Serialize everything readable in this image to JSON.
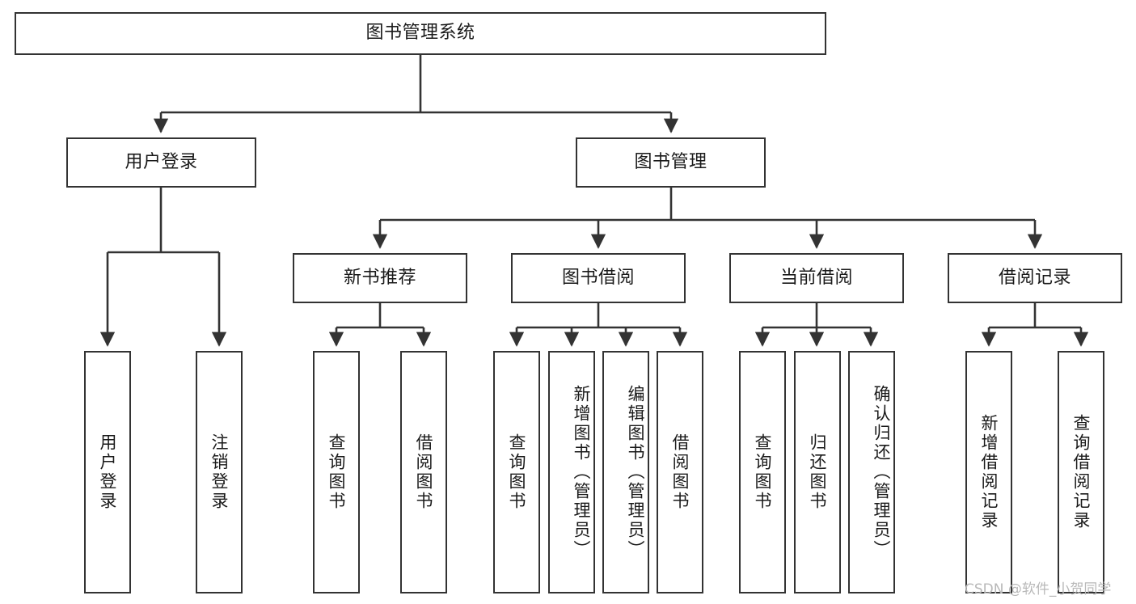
{
  "diagram": {
    "type": "tree-hierarchy-diagram",
    "title": "图书管理系统",
    "watermark": "CSDN @软件_小贺同学",
    "colors": {
      "box_border": "#333333",
      "box_fill": "#ffffff",
      "connector": "#333333",
      "text": "#1a1a1a",
      "watermark": "#b8b8b8",
      "background": "#ffffff"
    },
    "levels": {
      "root": "图书管理系统",
      "level2": [
        "用户登录",
        "图书管理"
      ],
      "level3": [
        "新书推荐",
        "图书借阅",
        "当前借阅",
        "借阅记录"
      ],
      "level4": [
        "用户登录",
        "注销登录",
        "查询图书",
        "借阅图书",
        "查询图书",
        "新增图书（管理员）",
        "编辑图书（管理员）",
        "借阅图书",
        "查询图书",
        "归还图书",
        "确认归还（管理员）",
        "新增借阅记录",
        "查询借阅记录"
      ]
    },
    "nodes": {
      "root": {
        "label": "图书管理系统"
      },
      "user_login": {
        "label": "用户登录"
      },
      "book_mgmt": {
        "label": "图书管理"
      },
      "new_book_rec": {
        "label": "新书推荐"
      },
      "book_borrow": {
        "label": "图书借阅"
      },
      "current_borrow": {
        "label": "当前借阅"
      },
      "borrow_record": {
        "label": "借阅记录"
      },
      "leaf_user_login": {
        "label": "用户登录"
      },
      "leaf_logout": {
        "label": "注销登录"
      },
      "leaf_query_book_1": {
        "label": "查询图书"
      },
      "leaf_borrow_book_1": {
        "label": "借阅图书"
      },
      "leaf_query_book_2": {
        "label": "查询图书"
      },
      "leaf_add_book": {
        "label": "新增图书（管理员）"
      },
      "leaf_edit_book": {
        "label": "编辑图书（管理员）"
      },
      "leaf_borrow_book_2": {
        "label": "借阅图书"
      },
      "leaf_query_book_3": {
        "label": "查询图书"
      },
      "leaf_return_book": {
        "label": "归还图书"
      },
      "leaf_confirm_return": {
        "label": "确认归还（管理员）"
      },
      "leaf_add_record": {
        "label": "新增借阅记录"
      },
      "leaf_query_record": {
        "label": "查询借阅记录"
      }
    },
    "edges": [
      {
        "from": "root",
        "to": "user_login"
      },
      {
        "from": "root",
        "to": "book_mgmt"
      },
      {
        "from": "user_login",
        "to": "leaf_user_login"
      },
      {
        "from": "user_login",
        "to": "leaf_logout"
      },
      {
        "from": "book_mgmt",
        "to": "new_book_rec"
      },
      {
        "from": "book_mgmt",
        "to": "book_borrow"
      },
      {
        "from": "book_mgmt",
        "to": "current_borrow"
      },
      {
        "from": "book_mgmt",
        "to": "borrow_record"
      },
      {
        "from": "new_book_rec",
        "to": "leaf_query_book_1"
      },
      {
        "from": "new_book_rec",
        "to": "leaf_borrow_book_1"
      },
      {
        "from": "book_borrow",
        "to": "leaf_query_book_2"
      },
      {
        "from": "book_borrow",
        "to": "leaf_add_book"
      },
      {
        "from": "book_borrow",
        "to": "leaf_edit_book"
      },
      {
        "from": "book_borrow",
        "to": "leaf_borrow_book_2"
      },
      {
        "from": "current_borrow",
        "to": "leaf_query_book_3"
      },
      {
        "from": "current_borrow",
        "to": "leaf_return_book"
      },
      {
        "from": "current_borrow",
        "to": "leaf_confirm_return"
      },
      {
        "from": "borrow_record",
        "to": "leaf_add_record"
      },
      {
        "from": "borrow_record",
        "to": "leaf_query_record"
      }
    ]
  }
}
